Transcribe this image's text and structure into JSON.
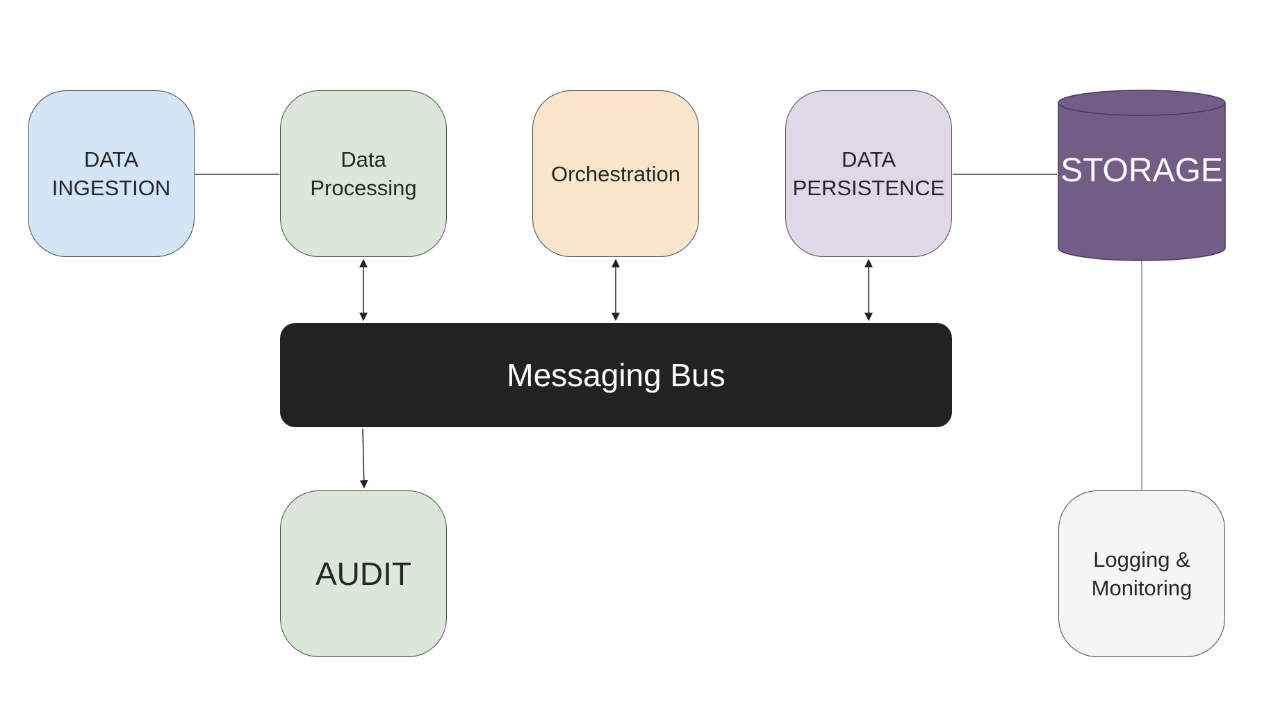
{
  "nodes": {
    "ingestion": {
      "label": "DATA\nINGESTION",
      "color": "#d4e4f9"
    },
    "processing": {
      "label": "Data\nProcessing",
      "color": "#dbe8d9"
    },
    "orchestration": {
      "label": "Orchestration",
      "color": "#fbe6cc"
    },
    "persistence": {
      "label": "DATA\nPERSISTENCE",
      "color": "#e0d8e6"
    },
    "storage": {
      "label": "STORAGE",
      "color": "#715d86"
    },
    "bus": {
      "label": "Messaging Bus",
      "color": "#222222"
    },
    "audit": {
      "label": "AUDIT",
      "color": "#dbe8d9"
    },
    "logging": {
      "label": "Logging &\nMonitoring",
      "color": "#f5f5f5"
    }
  },
  "edges": [
    {
      "from": "ingestion",
      "to": "processing",
      "arrow": "none"
    },
    {
      "from": "persistence",
      "to": "storage",
      "arrow": "none"
    },
    {
      "from": "processing",
      "to": "bus",
      "arrow": "both"
    },
    {
      "from": "orchestration",
      "to": "bus",
      "arrow": "both"
    },
    {
      "from": "persistence",
      "to": "bus",
      "arrow": "both"
    },
    {
      "from": "bus",
      "to": "audit",
      "arrow": "end"
    },
    {
      "from": "storage",
      "to": "logging",
      "arrow": "none"
    }
  ]
}
